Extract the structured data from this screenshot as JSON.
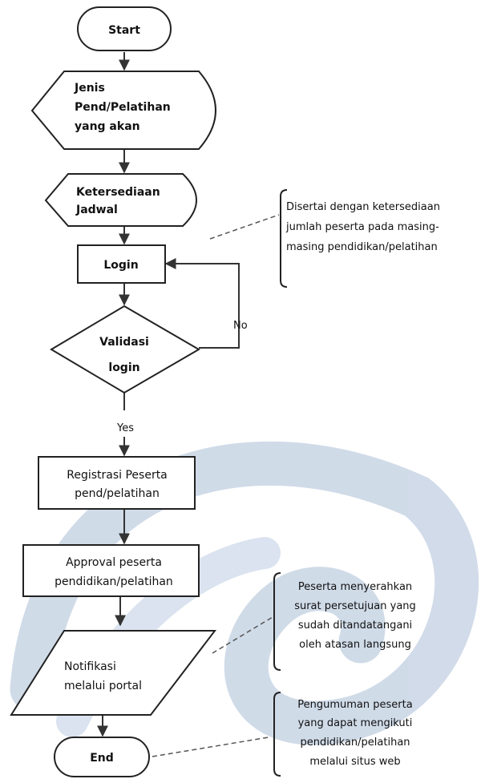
{
  "flowchart": {
    "start": "Start",
    "jenis": [
      "Jenis",
      "Pend/Pelatihan",
      "yang akan"
    ],
    "jadwal": [
      "Ketersediaan",
      "Jadwal"
    ],
    "login": "Login",
    "validasi": [
      "Validasi",
      "login"
    ],
    "no": "No",
    "yes": "Yes",
    "registrasi": [
      "Registrasi Peserta",
      "pend/pelatihan"
    ],
    "approval": [
      "Approval peserta",
      "pendidikan/pelatihan"
    ],
    "notifikasi": [
      "Notifikasi",
      "melalui portal"
    ],
    "end": "End"
  },
  "annotations": {
    "jadwal_note": [
      "Disertai dengan ketersediaan",
      "jumlah peserta pada masing-",
      "masing pendidikan/pelatihan"
    ],
    "approval_note": [
      "Peserta menyerahkan",
      "surat persetujuan yang",
      "sudah ditandatangani",
      "oleh atasan langsung"
    ],
    "end_note": [
      "Pengumuman peserta",
      "yang dapat mengikuti",
      "pendidikan/pelatihan",
      "melalui situs web"
    ]
  },
  "watermark_color": "#5b7fb0"
}
